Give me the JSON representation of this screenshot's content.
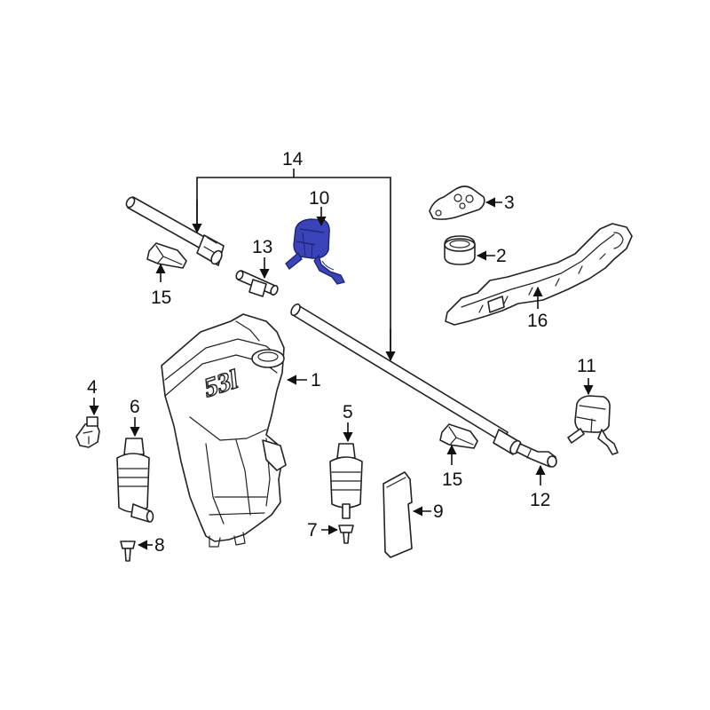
{
  "callouts": {
    "c1": "1",
    "c2": "2",
    "c3": "3",
    "c4": "4",
    "c5": "5",
    "c6": "6",
    "c7": "7",
    "c8": "8",
    "c9": "9",
    "c10": "10",
    "c11": "11",
    "c12": "12",
    "c13": "13",
    "c14": "14",
    "c15a": "15",
    "c15b": "15",
    "c16": "16"
  },
  "tank_embossing": "53l",
  "colors": {
    "line": "#111111",
    "part_fill": "#ffffff",
    "highlight": "#3a44b8",
    "highlight_stroke": "#1c2370"
  },
  "highlighted_part": "10"
}
